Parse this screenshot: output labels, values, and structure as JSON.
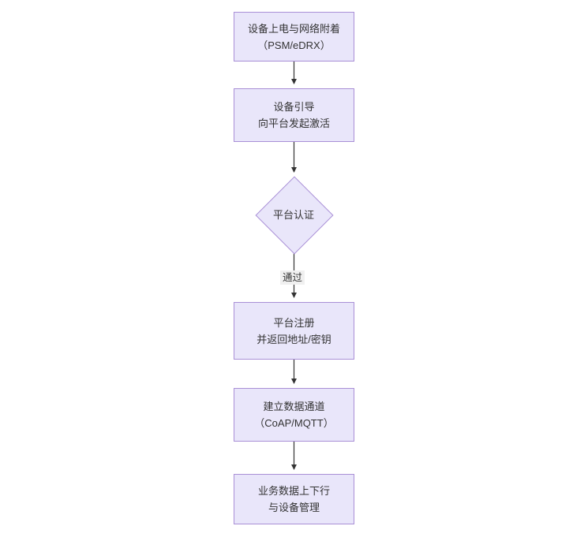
{
  "diagram": {
    "type": "flowchart",
    "orientation": "top-to-bottom",
    "colors": {
      "node_fill": "#e9e6fa",
      "node_border": "#a98fd6",
      "text": "#333333",
      "connector": "#333333",
      "edge_label_background": "#f0f0f0",
      "canvas_background": "#ffffff"
    },
    "nodes": [
      {
        "id": "power",
        "shape": "rectangle",
        "line1": "设备上电与网络附着",
        "line2": "（PSM/eDRX）"
      },
      {
        "id": "bootstrap",
        "shape": "rectangle",
        "line1": "设备引导",
        "line2": "向平台发起激活"
      },
      {
        "id": "auth",
        "shape": "diamond",
        "line1": "平台认证",
        "line2": ""
      },
      {
        "id": "register",
        "shape": "rectangle",
        "line1": "平台注册",
        "line2": "并返回地址/密钥"
      },
      {
        "id": "channel",
        "shape": "rectangle",
        "line1": "建立数据通道",
        "line2": "（CoAP/MQTT）"
      },
      {
        "id": "data",
        "shape": "rectangle",
        "line1": "业务数据上下行",
        "line2": "与设备管理"
      }
    ],
    "edges": [
      {
        "from": "power",
        "to": "bootstrap",
        "label": ""
      },
      {
        "from": "bootstrap",
        "to": "auth",
        "label": ""
      },
      {
        "from": "auth",
        "to": "register",
        "label": "通过"
      },
      {
        "from": "register",
        "to": "channel",
        "label": ""
      },
      {
        "from": "channel",
        "to": "data",
        "label": ""
      }
    ]
  }
}
